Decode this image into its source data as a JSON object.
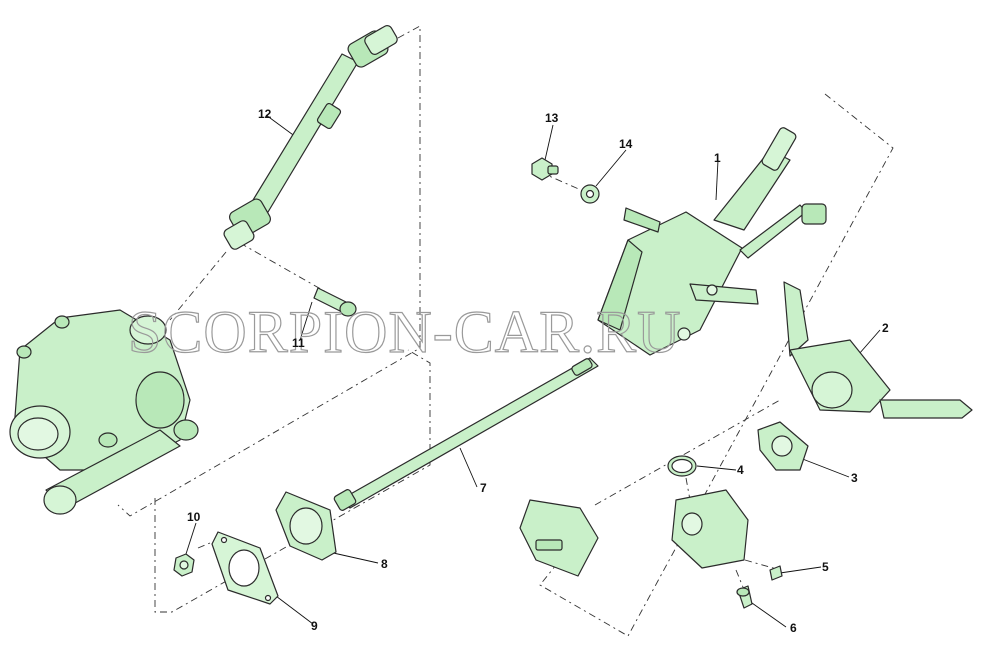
{
  "watermark": "SCORPION-CAR.RU",
  "colors": {
    "part_fill": "#c9f0c9",
    "part_fill_dark": "#a9dca9",
    "part_fill_light": "#e2f8e2",
    "outline": "#2b2b2b"
  },
  "callouts": [
    {
      "id": "1",
      "label": "1"
    },
    {
      "id": "2",
      "label": "2"
    },
    {
      "id": "3",
      "label": "3"
    },
    {
      "id": "4",
      "label": "4"
    },
    {
      "id": "5",
      "label": "5"
    },
    {
      "id": "6",
      "label": "6"
    },
    {
      "id": "7",
      "label": "7"
    },
    {
      "id": "8",
      "label": "8"
    },
    {
      "id": "9",
      "label": "9"
    },
    {
      "id": "10",
      "label": "10"
    },
    {
      "id": "11",
      "label": "11"
    },
    {
      "id": "12",
      "label": "12"
    },
    {
      "id": "13",
      "label": "13"
    },
    {
      "id": "14",
      "label": "14"
    }
  ]
}
